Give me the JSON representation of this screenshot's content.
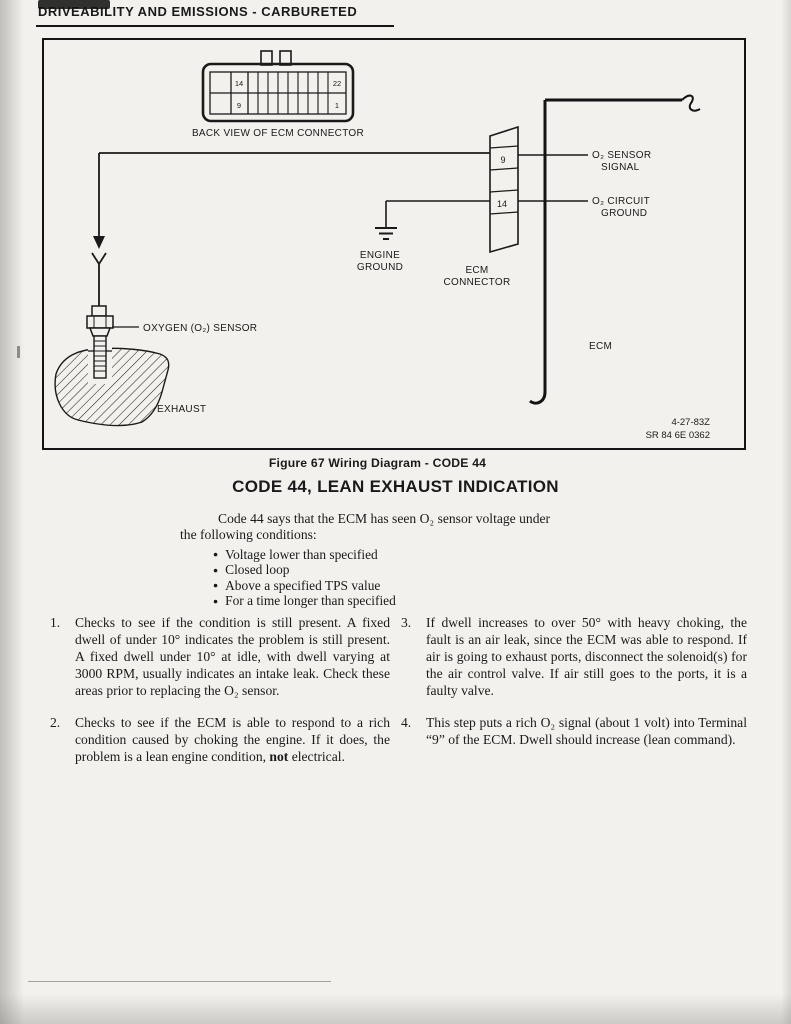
{
  "page": {
    "header": "DRIVEABILITY AND EMISSIONS - CARBURETED"
  },
  "figure": {
    "caption": "Figure 67 Wiring Diagram - CODE 44",
    "connector_back_view": {
      "label": "BACK VIEW OF ECM CONNECTOR",
      "pin_row1_left": "14",
      "pin_row1_right": "22",
      "pin_row2_left": "9",
      "pin_row2_right": "1"
    },
    "ecm_connector_strip": {
      "pin_signal": "9",
      "pin_ground": "14",
      "label_line1": "ECM",
      "label_line2": "CONNECTOR"
    },
    "o2_signal": {
      "line1": "O₂ SENSOR",
      "line2": "SIGNAL"
    },
    "o2_ground": {
      "line1": "O₂ CIRCUIT",
      "line2": "GROUND"
    },
    "engine_ground": {
      "line1": "ENGINE",
      "line2": "GROUND"
    },
    "oxygen_sensor_label": "OXYGEN (O₂) SENSOR",
    "exhaust_label": "EXHAUST",
    "ecm_label": "ECM",
    "ref_number": "4-27-83Z",
    "doc_number": "SR 84 6E 0362"
  },
  "section": {
    "title": "CODE 44, LEAN EXHAUST INDICATION",
    "intro_line1": "Code 44 says that the ECM has seen O₂ sensor voltage under",
    "intro_line2": "the following conditions:",
    "conditions": [
      "Voltage lower than specified",
      "Closed loop",
      "Above a specified TPS value",
      "For a time longer than specified"
    ],
    "steps": [
      {
        "num": "1.",
        "text": "Checks to see if the condition is still present. A fixed dwell of under 10° indicates the problem is still present. A fixed dwell under 10° at idle, with dwell varying at 3000 RPM, usually indicates an intake leak. Check these areas prior to replacing the O₂ sensor."
      },
      {
        "num": "2.",
        "pre": "Checks to see if the ECM is able to respond to a rich condition caused by choking the engine. If it does, the problem is a lean engine condition, ",
        "bold": "not",
        "post": " electrical."
      },
      {
        "num": "3.",
        "text": "If dwell increases to over 50° with heavy choking, the fault is an air leak, since the ECM was able to respond. If air is going to exhaust ports, disconnect the solenoid(s) for the air control valve. If air still goes to the ports, it is a faulty valve."
      },
      {
        "num": "4.",
        "text": "This step puts a rich O₂ signal (about 1 volt) into Terminal “9” of the ECM. Dwell should increase (lean command)."
      }
    ]
  }
}
